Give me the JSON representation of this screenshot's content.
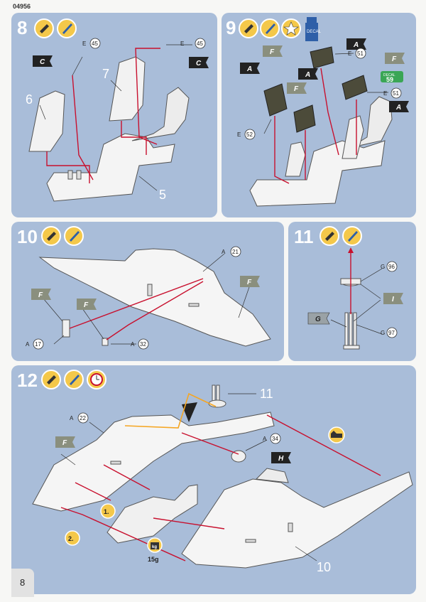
{
  "doc_code": "04956",
  "page_number": "8",
  "steps": [
    {
      "number": "8",
      "parts": {
        "p45a": "45",
        "p45b": "45",
        "e_a": "E",
        "e_b": "E",
        "c_a": "C",
        "c_b": "C",
        "seat6": "6",
        "seat7": "7",
        "tub5": "5"
      }
    },
    {
      "number": "9",
      "decal_label": "DECAL",
      "decal_number": "59",
      "parts": {
        "f1": "F",
        "f2": "F",
        "f3": "F",
        "a1": "A",
        "a2": "A",
        "a3": "A",
        "a4": "A",
        "e51a": "51",
        "e51b": "51",
        "e52": "52",
        "e_a": "E",
        "e_b": "E",
        "e_c": "E"
      }
    },
    {
      "number": "10",
      "parts": {
        "a21": "21",
        "a17": "17",
        "a32": "32",
        "a_a": "A",
        "a_b": "A",
        "a_c": "A",
        "f1": "F",
        "f2": "F",
        "f3": "F"
      }
    },
    {
      "number": "11",
      "parts": {
        "g96": "96",
        "g97": "97",
        "g_a": "G",
        "g_b": "G",
        "i": "I",
        "g_flag": "G"
      }
    },
    {
      "number": "12",
      "parts": {
        "a22": "22",
        "a34": "34",
        "a_a": "A",
        "a_b": "A",
        "f": "F",
        "h": "H",
        "sub11": "11",
        "fuselage10": "10",
        "seq1": "1.",
        "seq2": "2.",
        "weight": "15g",
        "weight_icon": "kg"
      }
    }
  ]
}
